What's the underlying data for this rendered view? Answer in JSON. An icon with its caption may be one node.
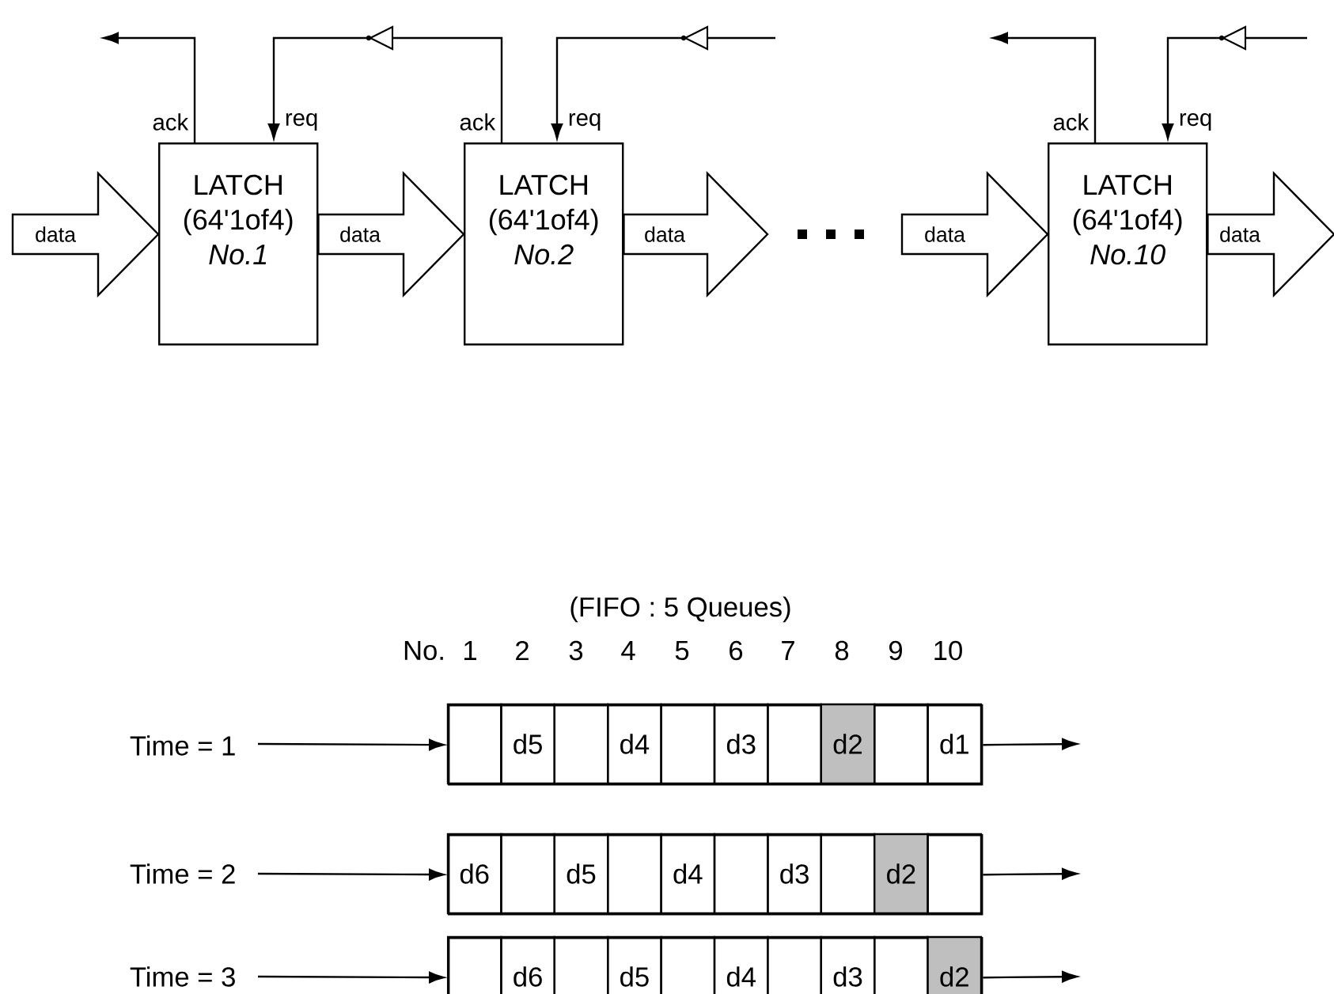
{
  "diagram": {
    "nodes": [
      {
        "text": [
          "LATCH (64'1of4)",
          "No.1"
        ],
        "beside": [
          "ack",
          "req"
        ]
      },
      {
        "text": [
          "LATCH (64'1of4)",
          "No.2"
        ],
        "beside": [
          "ack",
          "req"
        ]
      },
      {
        "text": [
          "LATCH (64'1of4)",
          "No.10"
        ],
        "beside": [
          "ack",
          "req"
        ]
      },
      {
        "text": [],
        "shape": "box"
      },
      {
        "text": [],
        "shape": "box",
        "in": 3
      },
      {
        "text": [
          "d5"
        ],
        "in": 3
      },
      {
        "text": [],
        "shape": "box",
        "in": 3
      },
      {
        "text": [
          "d4"
        ],
        "in": 3
      },
      {
        "text": [],
        "shape": "box",
        "in": 3
      },
      {
        "text": [
          "d3"
        ],
        "in": 3
      },
      {
        "text": [],
        "shape": "box",
        "in": 3
      },
      {
        "text": [
          "d2"
        ],
        "in": 3
      },
      {
        "text": [],
        "shape": "box",
        "in": 3
      },
      {
        "text": [
          "d1"
        ],
        "in": 3
      },
      {
        "text": [],
        "shape": "box"
      },
      {
        "text": [
          "d6"
        ],
        "in": 14
      },
      {
        "text": [],
        "shape": "box",
        "in": 14
      },
      {
        "text": [
          "d5"
        ],
        "in": 14
      },
      {
        "text": [],
        "shape": "box",
        "in": 14
      },
      {
        "text": [
          "d4"
        ],
        "in": 14
      },
      {
        "text": [],
        "shape": "box",
        "in": 14
      },
      {
        "text": [
          "d3"
        ],
        "in": 14
      },
      {
        "text": [],
        "shape": "box",
        "in": 14
      },
      {
        "text": [
          "d2"
        ],
        "in": 14
      },
      {
        "text": [],
        "shape": "box",
        "in": 14
      },
      {
        "text": [],
        "shape": "box"
      },
      {
        "text": [],
        "shape": "box",
        "in": 25
      },
      {
        "text": [
          "d6"
        ],
        "in": 25
      },
      {
        "text": [],
        "shape": "box",
        "in": 25
      },
      {
        "text": [
          "d5"
        ],
        "in": 25
      },
      {
        "text": [],
        "shape": "box",
        "in": 25
      },
      {
        "text": [
          "d4"
        ],
        "in": 25
      },
      {
        "text": [],
        "shape": "box",
        "in": 25
      },
      {
        "text": [
          "d3"
        ],
        "in": 25
      },
      {
        "text": [],
        "shape": "box",
        "in": 25
      },
      {
        "text": [
          "d2"
        ],
        "in": 25
      }
    ],
    "edges": [
      {
        "from": null,
        "to": 0,
        "arrow": "to",
        "label": "data"
      },
      {
        "from": 0,
        "to": 1,
        "arrow": "to",
        "label": "data"
      },
      {
        "from": 1,
        "to": null,
        "arrow": "to",
        "label": "data"
      },
      {
        "from": null,
        "to": 2,
        "arrow": "to",
        "label": "data"
      },
      {
        "from": 2,
        "to": null,
        "arrow": "to",
        "label": "data"
      },
      {
        "from": 0,
        "to": null,
        "arrow": "to"
      },
      {
        "from": 1,
        "to": 0,
        "arrow": "to"
      },
      {
        "from": null,
        "to": 1,
        "arrow": "to"
      },
      {
        "from": 2,
        "to": null,
        "arrow": "to"
      },
      {
        "from": null,
        "to": 2,
        "arrow": "to"
      },
      {
        "from": null,
        "to": 3,
        "arrow": "to"
      },
      {
        "from": 3,
        "to": null,
        "arrow": "to"
      },
      {
        "from": null,
        "to": 14,
        "arrow": "to"
      },
      {
        "from": 14,
        "to": null,
        "arrow": "to"
      },
      {
        "from": null,
        "to": 25,
        "arrow": "to"
      },
      {
        "from": 25,
        "to": null,
        "arrow": "to"
      }
    ],
    "labels": [
      "(FIFO : 5 Queues)",
      "No.",
      "1",
      "2",
      "3",
      "4",
      "5",
      "6",
      "7",
      "8",
      "9",
      "10",
      "Time = 1",
      "Time = 2",
      "Time = 3"
    ]
  }
}
